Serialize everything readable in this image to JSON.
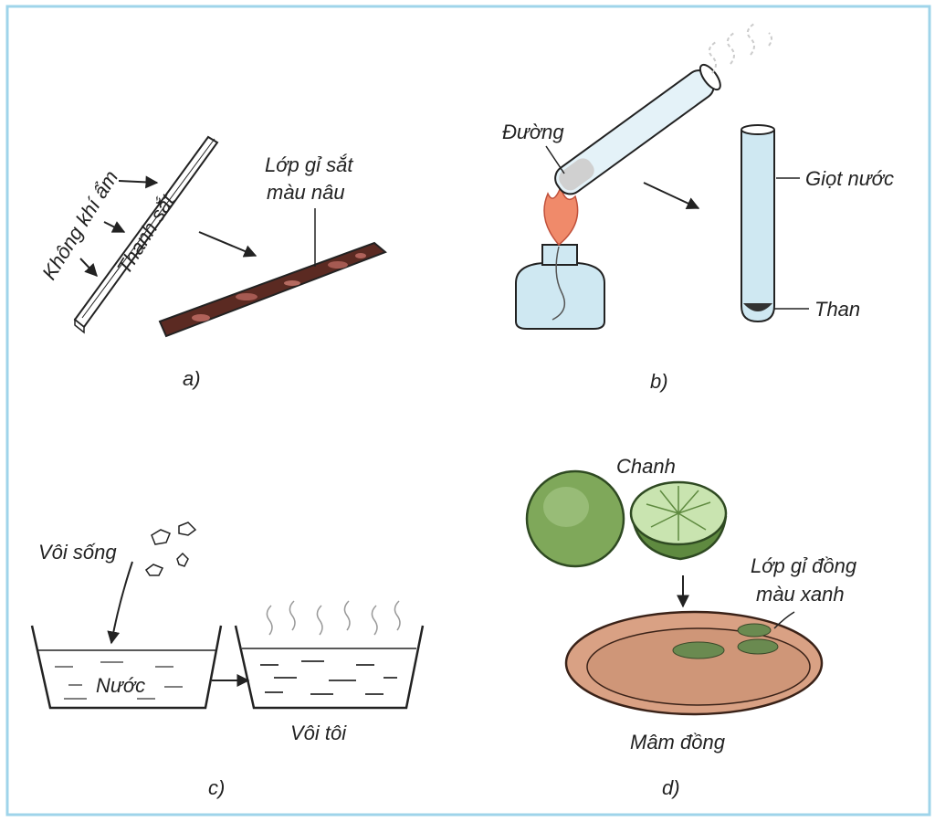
{
  "colors": {
    "frame": "#9fd4ea",
    "rust": "#5b2a22",
    "lime": "#6d9a4a",
    "copper_plate": "#d9a184",
    "glass": "#cfe8f2",
    "flame": "#f08a6a"
  },
  "panel_a": {
    "air_label": "Không khí ẩm",
    "bar_label": "Thanh sắt",
    "rust_label_line1": "Lớp gỉ sắt",
    "rust_label_line2": "màu nâu",
    "caption": "a)"
  },
  "panel_b": {
    "sugar_label": "Đường",
    "water_drop_label": "Giọt nước",
    "charcoal_label": "Than",
    "caption": "b)"
  },
  "panel_c": {
    "quicklime_label": "Vôi sống",
    "water_label": "Nước",
    "slaked_lime_label": "Vôi tôi",
    "caption": "c)"
  },
  "panel_d": {
    "lemon_label": "Chanh",
    "verdigris_line1": "Lớp gỉ đồng",
    "verdigris_line2": "màu xanh",
    "tray_label": "Mâm đồng",
    "caption": "d)"
  }
}
